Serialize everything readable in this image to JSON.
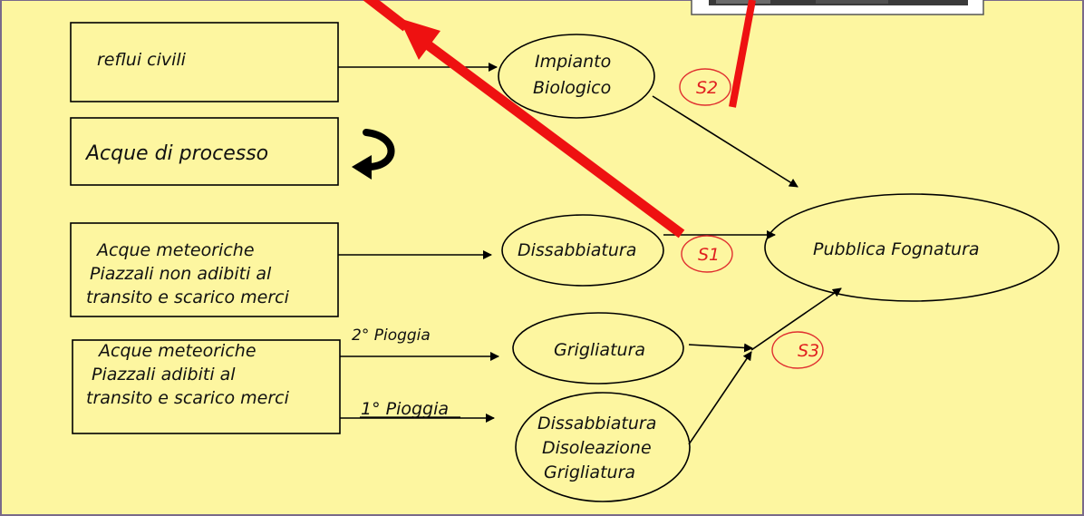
{
  "colors": {
    "background": "#fdf6a0",
    "border": "#7a6a8a",
    "stroke": "#000000",
    "highlight_red": "#ee1111",
    "sample_circle": "#e03030"
  },
  "sources": {
    "reflui_civili": "reflui civili",
    "acque_processo": "Acque di processo",
    "meteoriche_non_adibiti": [
      "Acque meteoriche",
      "Piazzali non adibiti al",
      "transito e scarico merci"
    ],
    "meteoriche_adibiti": [
      "Acque meteoriche",
      "Piazzali  adibiti al",
      "transito e scarico merci"
    ]
  },
  "flow_labels": {
    "seconda_pioggia": "2°  Pioggia",
    "prima_pioggia": "1° Pioggia"
  },
  "treatments": {
    "impianto_biologico": [
      "Impianto",
      "Biologico"
    ],
    "dissabbiatura": "Dissabbiatura",
    "grigliatura": "Grigliatura",
    "combined": [
      "Dissabbiatura",
      "Disoleazione",
      "Grigliatura"
    ]
  },
  "destination": "Pubblica Fognatura",
  "sampling_points": {
    "s1": "S1",
    "s2": "S2",
    "s3": "S3"
  },
  "icons": {
    "recycle_arrow": "curved-return-arrow-icon"
  }
}
